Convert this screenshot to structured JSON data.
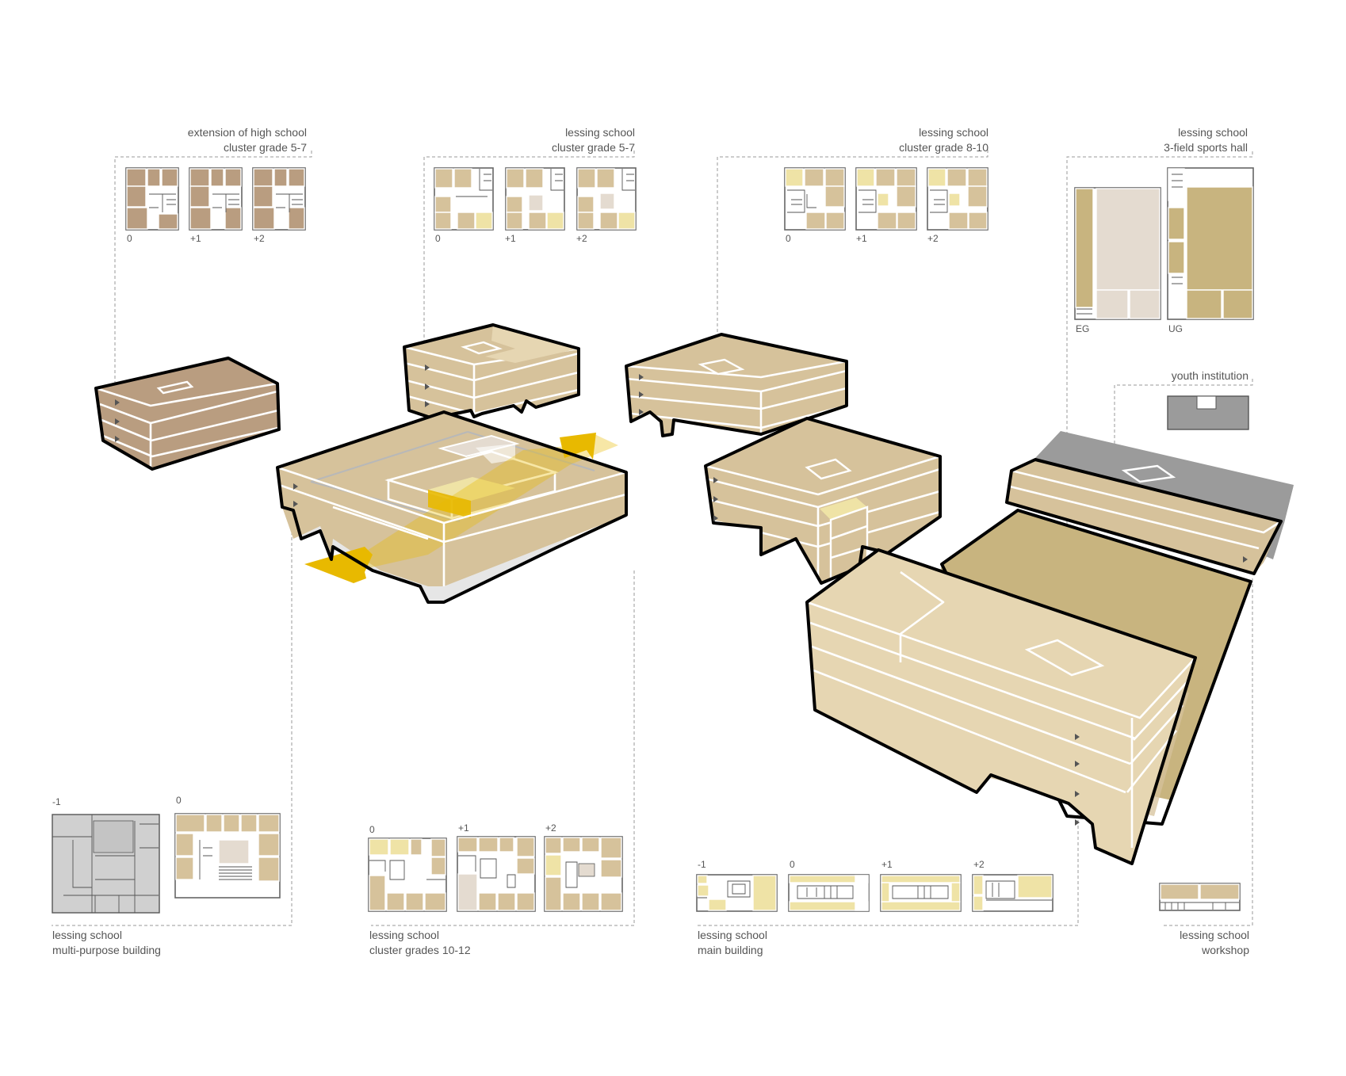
{
  "labels": {
    "extension_cluster": {
      "line1": "extension of high school",
      "line2": "cluster grade 5-7"
    },
    "lessing_5_7": {
      "line1": "lessing school",
      "line2": "cluster grade 5-7"
    },
    "lessing_8_10": {
      "line1": "lessing school",
      "line2": "cluster grade 8-10"
    },
    "sports_hall": {
      "line1": "lessing school",
      "line2": "3-field sports hall"
    },
    "youth": {
      "line1": "youth institution"
    },
    "multi_purpose": {
      "line1": "lessing school",
      "line2": "multi-purpose building"
    },
    "grades_10_12": {
      "line1": "lessing school",
      "line2": "cluster grades 10-12"
    },
    "main_building": {
      "line1": "lessing school",
      "line2": "main building"
    },
    "workshop": {
      "line1": "lessing school",
      "line2": "workshop"
    }
  },
  "levels": {
    "extension": [
      "0",
      "+1",
      "+2"
    ],
    "lessing_5_7": [
      "0",
      "+1",
      "+2"
    ],
    "lessing_8_10": [
      "0",
      "+1",
      "+2"
    ],
    "sports_hall": [
      "EG",
      "UG"
    ],
    "multi_purpose": [
      "-1",
      "0"
    ],
    "grades_10_12": [
      "0",
      "+1",
      "+2"
    ],
    "main_building": [
      "-1",
      "0",
      "+1",
      "+2"
    ]
  },
  "colors": {
    "brown": "#b99d80",
    "sand": "#d6c29b",
    "sand_light": "#e6d6b2",
    "olive": "#c8b47f",
    "yellow": "#e8b900",
    "pale_yellow": "#efe3a6",
    "pink_grey": "#e4dbd0",
    "grey": "#9b9b9b",
    "grey_light": "#d0d0d0"
  }
}
